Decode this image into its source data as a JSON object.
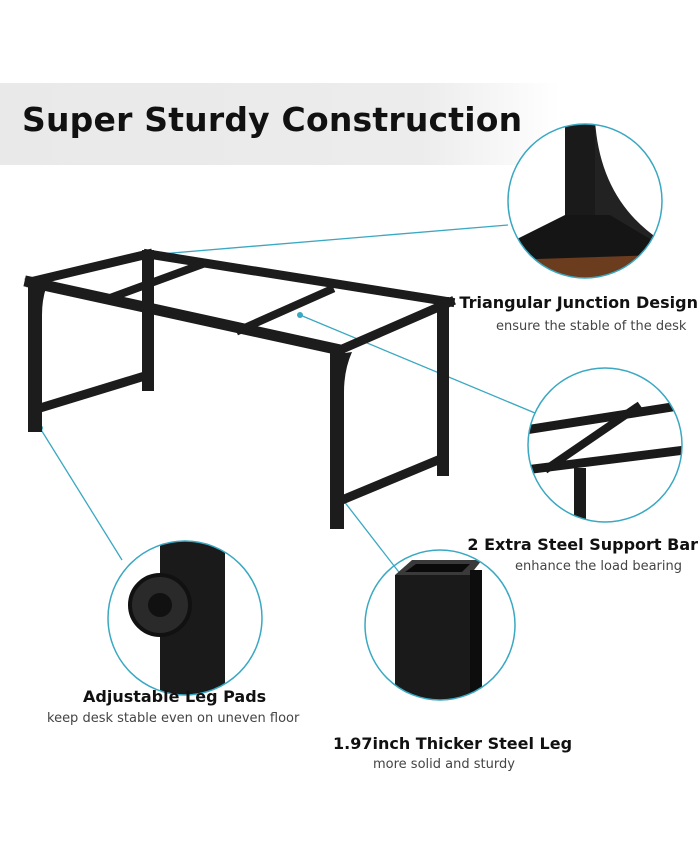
{
  "header": {
    "title": "Super Sturdy Construction"
  },
  "accent_color": "#3aa8c2",
  "callouts": [
    {
      "title": "Triangular Junction Design",
      "subtitle": "ensure the stable of the desk"
    },
    {
      "title": "2 Extra Steel Support Bar",
      "subtitle": "enhance the load bearing"
    },
    {
      "title": "Adjustable Leg Pads",
      "subtitle": "keep desk stable even on uneven floor"
    },
    {
      "title": "1.97inch Thicker Steel Leg",
      "subtitle": "more solid and sturdy"
    }
  ]
}
